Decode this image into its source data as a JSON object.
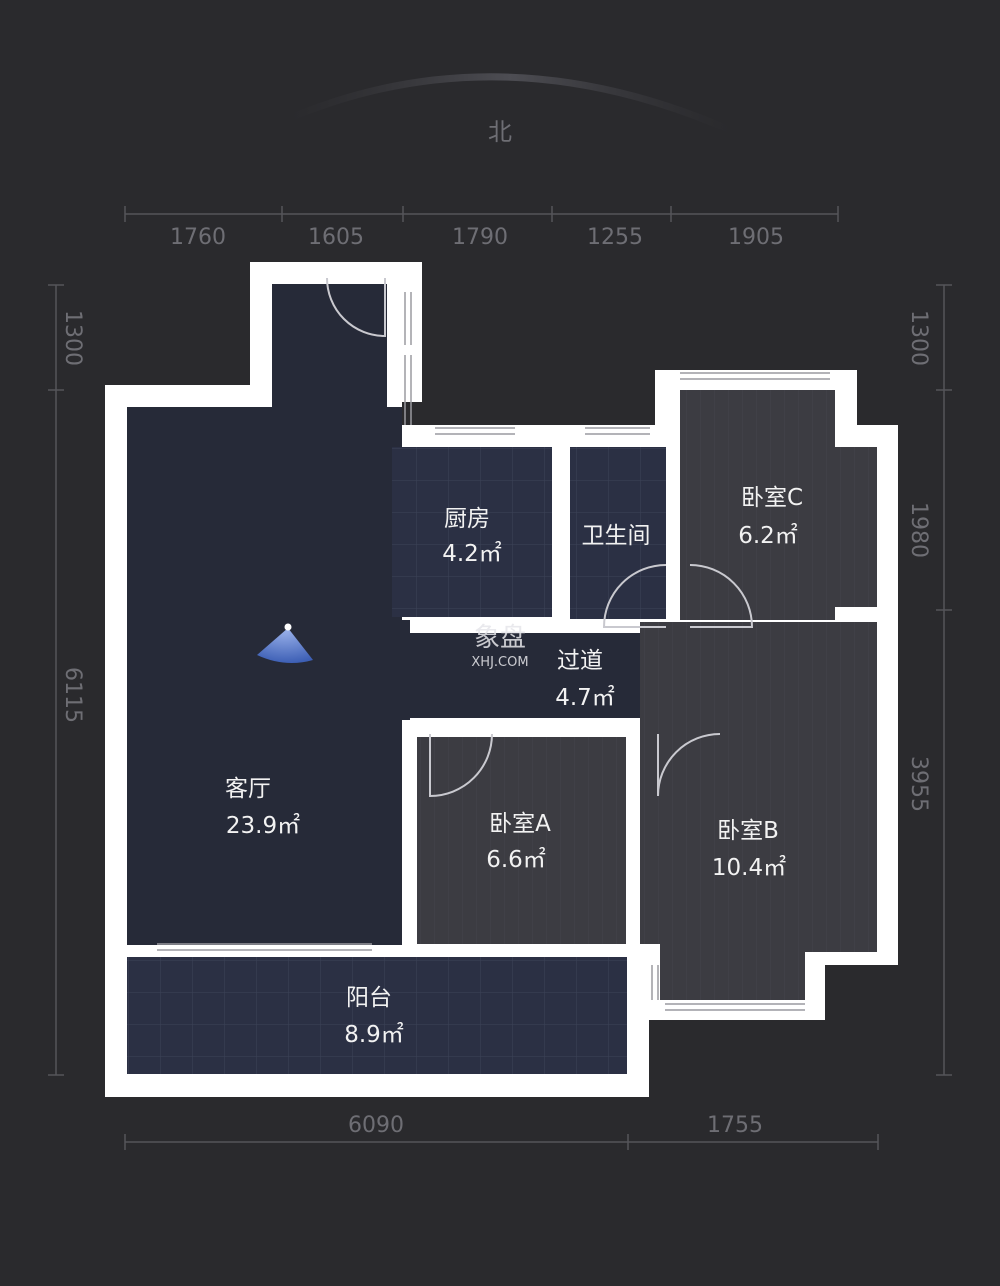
{
  "compass": {
    "north_label": "北"
  },
  "dimensions": {
    "top": [
      "1760",
      "1605",
      "1790",
      "1255",
      "1905"
    ],
    "bottom": [
      "6090",
      "1755"
    ],
    "left": [
      "1300",
      "6115"
    ],
    "right": [
      "1300",
      "1980",
      "3955"
    ]
  },
  "rooms": {
    "kitchen": {
      "name": "厨房",
      "area": "4.2㎡"
    },
    "bathroom": {
      "name": "卫生间",
      "area": ""
    },
    "bedroom_c": {
      "name": "卧室C",
      "area": "6.2㎡"
    },
    "corridor": {
      "name": "过道",
      "area": "4.7㎡"
    },
    "living": {
      "name": "客厅",
      "area": "23.9㎡"
    },
    "bedroom_a": {
      "name": "卧室A",
      "area": "6.6㎡"
    },
    "bedroom_b": {
      "name": "卧室B",
      "area": "10.4㎡"
    },
    "balcony": {
      "name": "阳台",
      "area": "8.9㎡"
    }
  },
  "watermark": {
    "brand": "象盘",
    "site": "XHJ.COM"
  },
  "colors": {
    "background": "#2a2a2d",
    "living_floor": "#262a38",
    "tile_floor": "#2b3044",
    "bedroom_floor": "#3c3c42",
    "wall": "#ffffff",
    "viewpoint": "#5a7bc8"
  }
}
